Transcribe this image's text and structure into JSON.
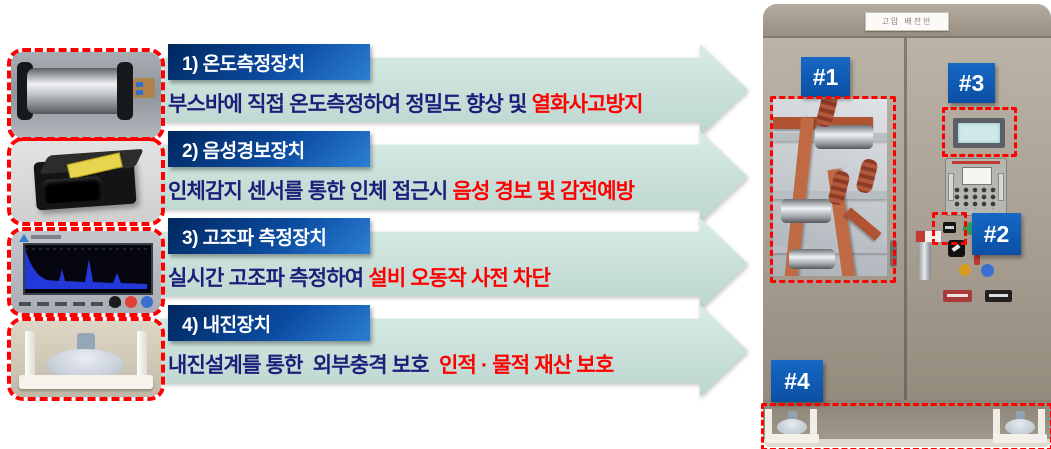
{
  "features": [
    {
      "header": "1) 온도측정장치",
      "desc": "부스바에 직접 온도측정하여 정밀도 향상 및 ",
      "highlight": "열화사고방지"
    },
    {
      "header": "2) 음성경보장치",
      "desc": "인체감지 센서를 통한 인체 접근시 ",
      "highlight": "음성 경보 및 감전예방"
    },
    {
      "header": "3) 고조파 측정장치",
      "desc": "실시간 고조파 측정하여 ",
      "highlight": "설비 오동작 사전 차단"
    },
    {
      "header": "4) 내진장치",
      "desc": "내진설계를 통한  외부충격 보호  ",
      "highlight": "인적 · 물적 재산 보호"
    }
  ],
  "cabinet": {
    "nameplate": "고압 배전반",
    "tag1": "#1",
    "tag2": "#2",
    "tag3": "#3",
    "tag4": "#4"
  },
  "colors": {
    "arrow_fill": "#c6ded7",
    "header_blue": "#0b4ba0",
    "text_navy": "#1c1f7a",
    "highlight_red": "#ff0000",
    "annotation_red": "#fe0000",
    "tag_blue": "#0b4fa4",
    "cabinet_beige": "#a89f92"
  }
}
